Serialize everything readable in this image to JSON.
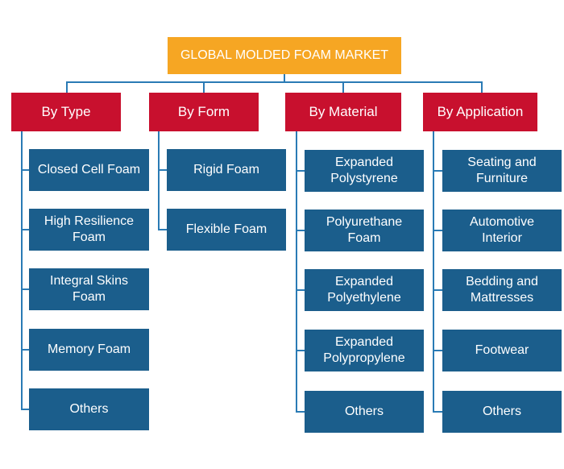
{
  "root": {
    "label": "GLOBAL MOLDED FOAM MARKET"
  },
  "categories": [
    {
      "label": "By  Type",
      "items": [
        "Closed Cell Foam",
        "High Resilience\nFoam",
        "Integral Skins\nFoam",
        "Memory Foam",
        "Others"
      ]
    },
    {
      "label": "By Form",
      "items": [
        "Rigid Foam",
        "Flexible Foam"
      ]
    },
    {
      "label": "By Material",
      "items": [
        "Expanded\nPolystyrene",
        "Polyurethane\nFoam",
        "Expanded\nPolyethylene",
        "Expanded\nPolypropylene",
        "Others"
      ]
    },
    {
      "label": "By Application",
      "items": [
        "Seating and\nFurniture",
        "Automotive\nInterior",
        "Bedding and\nMattresses",
        "Footwear",
        "Others"
      ]
    }
  ],
  "colors": {
    "root": "#f6a623",
    "category": "#c8102e",
    "leaf": "#1b5e8c",
    "connector": "#2a7bb5"
  }
}
